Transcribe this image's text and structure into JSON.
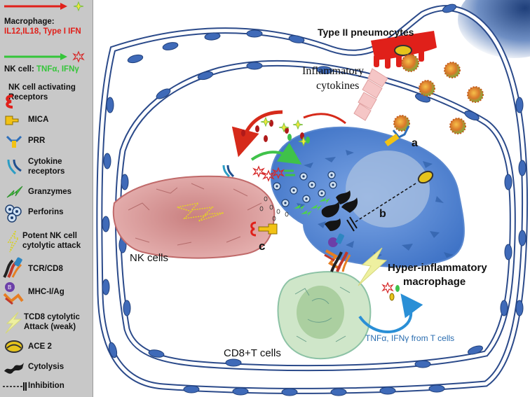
{
  "legend": {
    "macrophage": {
      "title": "Macrophage:",
      "detail": "IL12,IL18, Type I IFN",
      "color": "#e0201a"
    },
    "nk_cell": {
      "title": "NK cell:",
      "detail": "TNFα, IFNγ",
      "color": "#35c53a"
    },
    "nk_receptors": "NK cell activating Receptors",
    "mica": "MICA",
    "prr": "PRR",
    "cytokine_receptors": "Cytokine receptors",
    "granzymes": "Granzymes",
    "perforins": "Perforins",
    "potent_attack": "Potent NK cell cytolytic attack",
    "tcr_cd8": "TCR/CD8",
    "mhc": "MHC-I/Ag",
    "tcd8_attack": "TCD8 cytolytic Attack (weak)",
    "ace2": "ACE 2",
    "cytolysis": "Cytolysis",
    "inhibition": "Inhibition"
  },
  "scene": {
    "type2_pneumocytes": "Type II pneumocytes",
    "inflammatory_cytokines_1": "Inflammatory",
    "inflammatory_cytokines_2": "cytokines",
    "label_a": "a",
    "label_b": "b",
    "label_c": "c",
    "nk_cells": "NK cells",
    "hyper_1": "Hyper-inflammatory",
    "hyper_2": "macrophage",
    "tnf_t": "TNFα, IFNγ from T cells",
    "cd8": "CD8+T cells"
  },
  "colors": {
    "vessel_blue": "#2b4a8a",
    "macrophage_blue": "#5b8fd6",
    "nk_pink": "#d9898a",
    "cd8_green": "#b6d8b0",
    "virus_orange": "#d9772a",
    "tnf_blue_text": "#2a6db0"
  }
}
